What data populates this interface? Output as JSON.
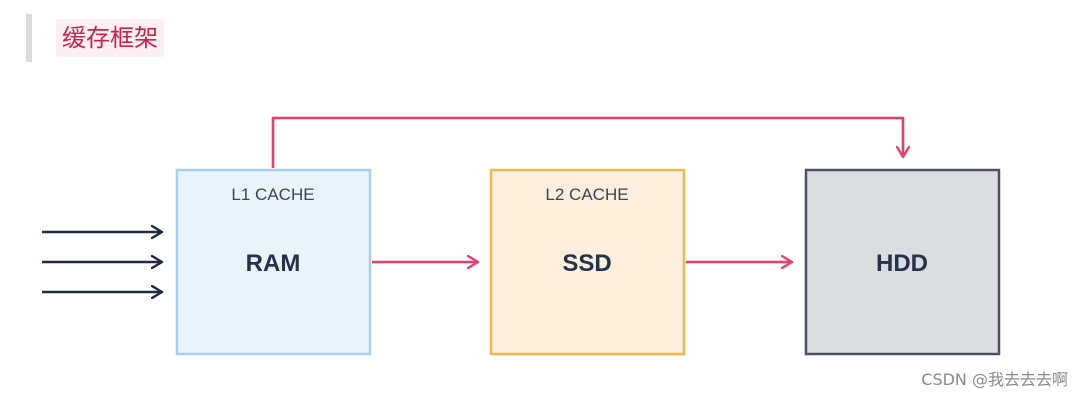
{
  "heading": {
    "title": "缓存框架"
  },
  "diagram": {
    "boxes": [
      {
        "id": "ram",
        "tier": "L1 CACHE",
        "name": "RAM",
        "fill": "#eaf3fb",
        "stroke": "#a9cfee"
      },
      {
        "id": "ssd",
        "tier": "L2 CACHE",
        "name": "SSD",
        "fill": "#fdeedd",
        "stroke": "#f2b94a"
      },
      {
        "id": "hdd",
        "tier": "",
        "name": "HDD",
        "fill": "#dcdde1",
        "stroke": "#4a5466"
      }
    ],
    "colors": {
      "flow_arrow": "#e83e6c",
      "input_arrow": "#1e2b45"
    }
  },
  "watermark": {
    "text": "CSDN @我去去去啊"
  }
}
